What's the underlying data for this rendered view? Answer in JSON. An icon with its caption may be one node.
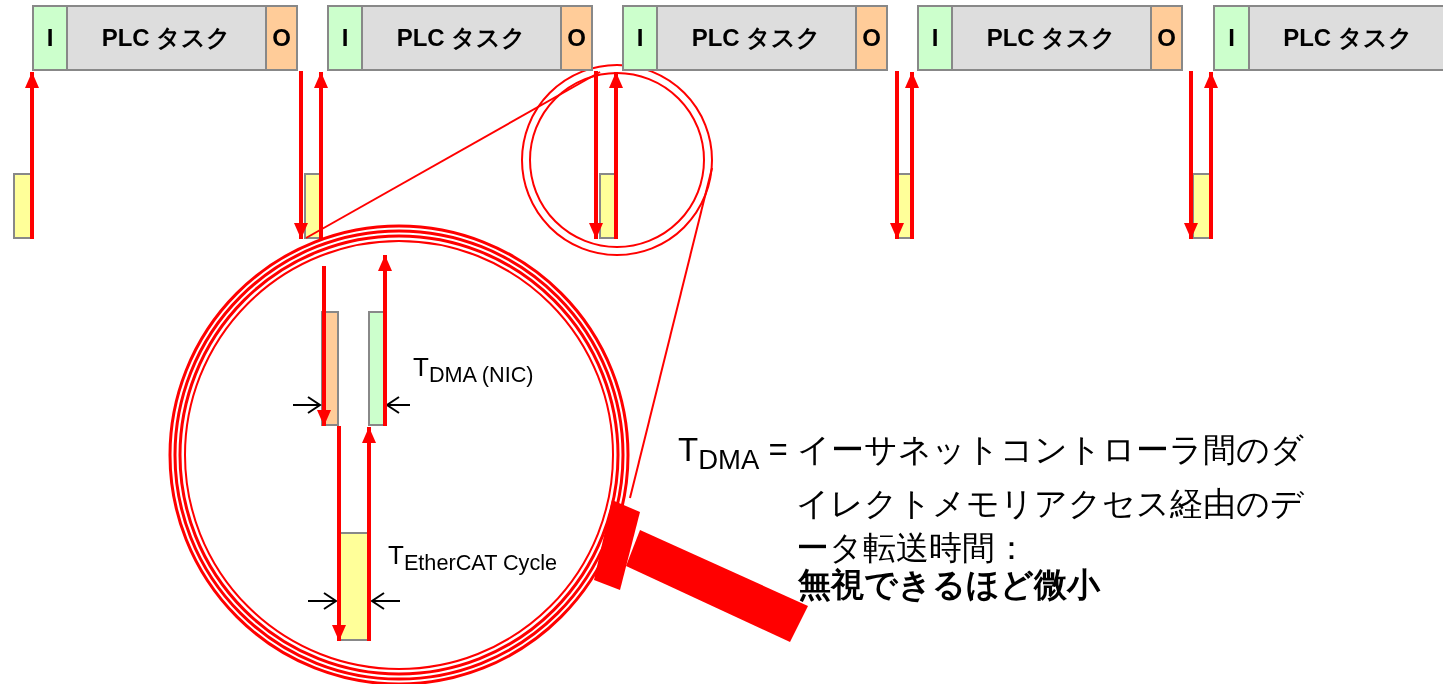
{
  "diagram": {
    "nodes": [
      {
        "text": [
          "I"
        ]
      },
      {
        "text": [
          "PLC タスク"
        ]
      },
      {
        "text": [
          "O"
        ]
      },
      {
        "text": [
          "I"
        ]
      },
      {
        "text": [
          "PLC タスク"
        ]
      },
      {
        "text": [
          "O"
        ]
      },
      {
        "text": [
          "I"
        ]
      },
      {
        "text": [
          "PLC タスク"
        ]
      },
      {
        "text": [
          "O"
        ]
      },
      {
        "text": [
          "I"
        ]
      },
      {
        "text": [
          "PLC タスク"
        ]
      },
      {
        "text": [
          "O"
        ]
      },
      {
        "text": [
          "I"
        ]
      },
      {
        "text": [
          "PLC タスク"
        ]
      },
      {
        "text": [],
        "shape": "bar"
      },
      {
        "text": [],
        "shape": "bar"
      },
      {
        "text": [],
        "shape": "bar"
      },
      {
        "text": [],
        "shape": "bar"
      },
      {
        "text": [],
        "shape": "bar"
      },
      {
        "text": [],
        "shape": "bar"
      },
      {
        "text": [],
        "shape": "bar"
      },
      {
        "text": [],
        "shape": "bar"
      }
    ],
    "edges": [
      {
        "from": 14,
        "to": 0,
        "arrow": "to"
      },
      {
        "from": 2,
        "to": 15,
        "arrow": "to"
      },
      {
        "from": 15,
        "to": 3,
        "arrow": "to"
      },
      {
        "from": 5,
        "to": 16,
        "arrow": "to"
      },
      {
        "from": 16,
        "to": 6,
        "arrow": "to"
      },
      {
        "from": 8,
        "to": 17,
        "arrow": "to"
      },
      {
        "from": 17,
        "to": 9,
        "arrow": "to"
      },
      {
        "from": 11,
        "to": 18,
        "arrow": "to"
      },
      {
        "from": 18,
        "to": 12,
        "arrow": "to"
      },
      {
        "from": null,
        "to": 19,
        "arrow": "to"
      },
      {
        "from": 19,
        "to": 21,
        "arrow": "to"
      },
      {
        "from": 21,
        "to": 20,
        "arrow": "to"
      },
      {
        "from": 20,
        "to": null,
        "arrow": "to"
      }
    ],
    "labels": [
      "T$_{DMA (NIC)}$",
      "T$_{EtherCAT Cycle}$",
      "T$_{DMA}$ = イーサネットコントローラ間のダイレクトメモリアクセス経由のデータ転送時間：",
      "無視できるほど微小"
    ]
  }
}
